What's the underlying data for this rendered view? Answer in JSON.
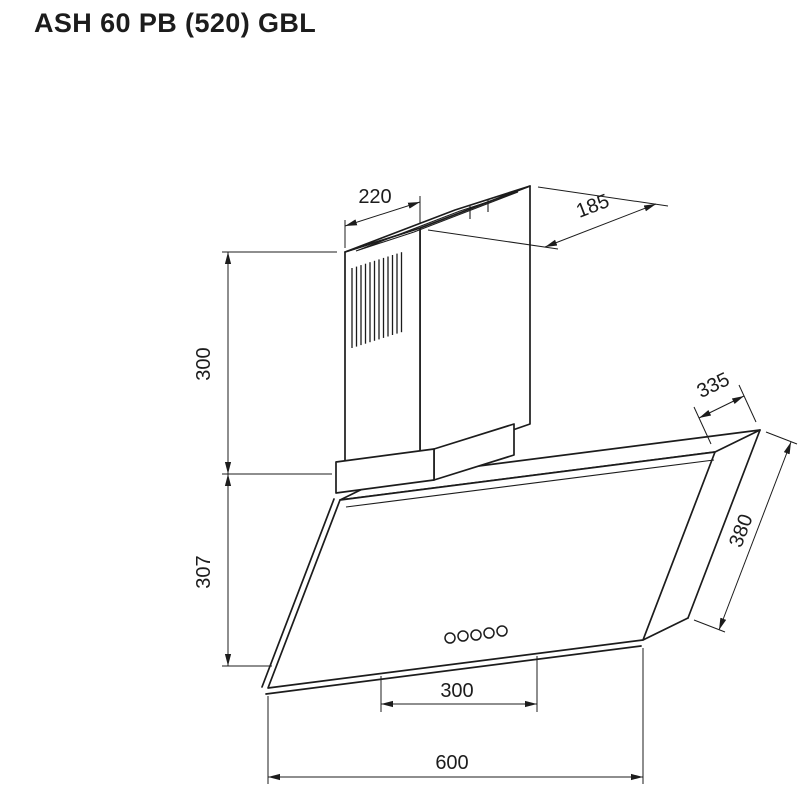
{
  "page": {
    "title": "ASH 60 PB (520) GBL"
  },
  "drawing": {
    "dimensions_mm": {
      "chimney_width": "220",
      "chimney_depth": "185",
      "chimney_height": "300",
      "body_height": "307",
      "top_depth": "335",
      "front_panel_height": "380",
      "bottom_inner_width": "300",
      "total_width": "600"
    }
  },
  "colors": {
    "line": "#1c1c1c",
    "background": "#ffffff"
  }
}
